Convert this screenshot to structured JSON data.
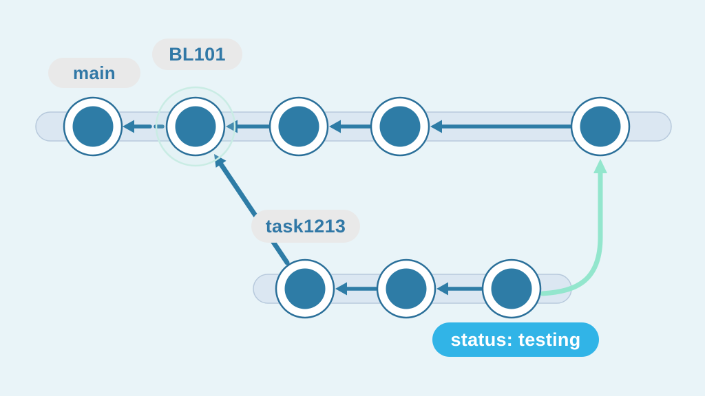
{
  "diagram": {
    "type": "git-branch-graph",
    "branches": [
      {
        "id": "main",
        "label": "main",
        "commit_count": 5,
        "tag_label": "BL101",
        "tagged_commit_index": 2
      },
      {
        "id": "task1213",
        "label": "task1213",
        "commit_count": 3,
        "branched_from": "main commit 2",
        "merges_into": "main commit 5"
      }
    ],
    "labels": {
      "main": "main",
      "bl101": "BL101",
      "task": "task1213",
      "status": "status: testing"
    },
    "edges": {
      "main_arrows": 4,
      "task_arrows": 2,
      "branch_arrow": "task1213 first commit -> main commit 2 (dashed target highlighted)",
      "merge_arrow": "task1213 branch tip -> main commit 5 (teal curve)"
    }
  },
  "colors": {
    "background": "#e9f4f8",
    "track-fill": "#dbe7f2",
    "track-border": "#b7c9dc",
    "commit-fill": "#2e7ca6",
    "commit-stroke": "#2a6f99",
    "commit-ring": "#ffffff",
    "arrow": "#2e7ca6",
    "label-bg": "#e9e9e9",
    "label-text": "#3178a6",
    "status-bg": "#31b4e7",
    "status-text": "#ffffff",
    "merge-arrow": "#93e6cd",
    "highlight-ring": "#c9ece4"
  }
}
